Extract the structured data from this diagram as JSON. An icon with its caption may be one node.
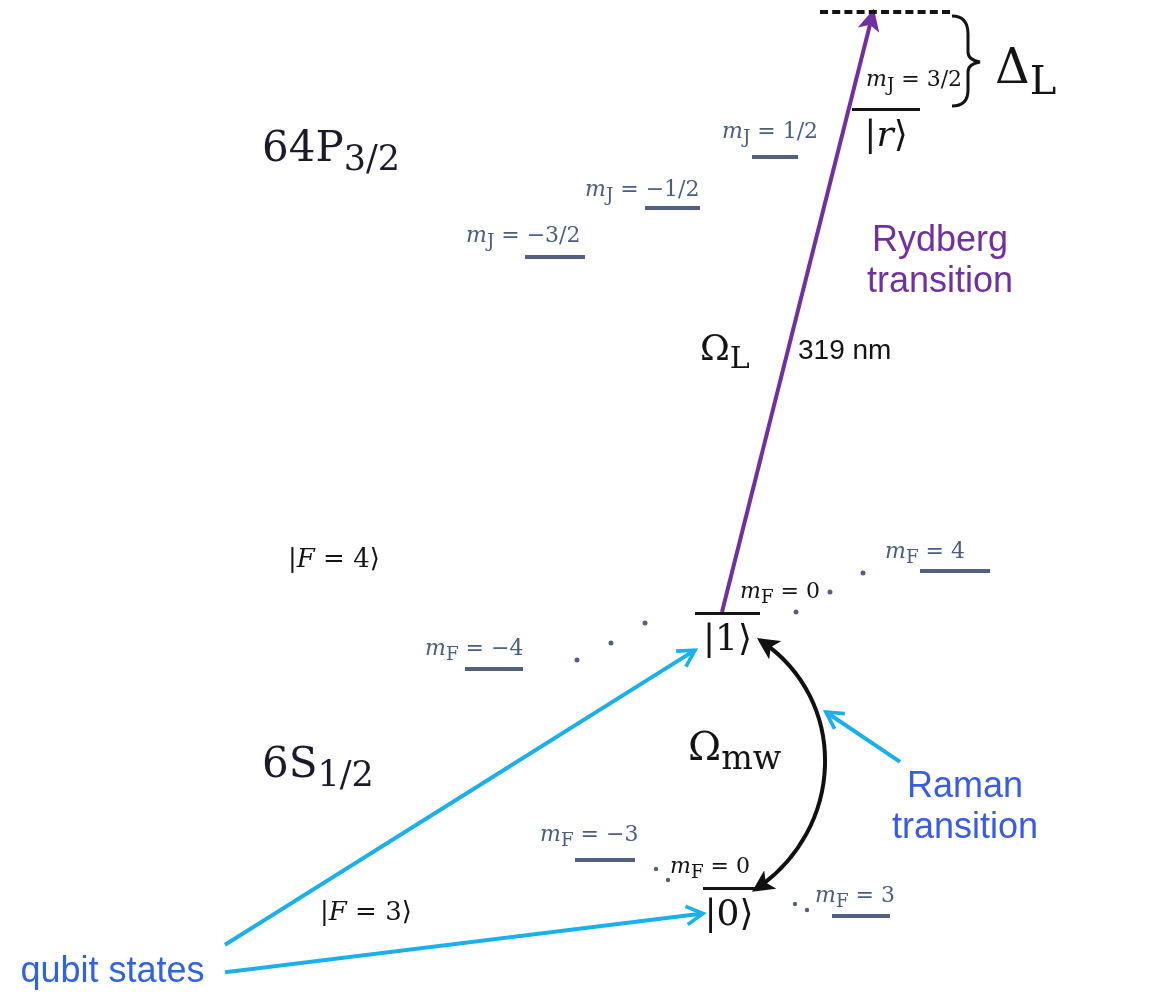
{
  "diagram": {
    "nodes": [
      {
        "text": [],
        "shape": "bar"
      },
      {
        "text": [
          "|*r*⟩"
        ],
        "beside": [
          "*m*$_{J}$ = 3/2"
        ]
      },
      {
        "text": [
          "|1⟩"
        ],
        "beside": [
          "*m*$_{F}$ = 0"
        ]
      },
      {
        "text": [
          "Raman transition"
        ]
      },
      {
        "text": [
          "|0⟩"
        ],
        "beside": [
          "*m*$_{F}$ = 0"
        ]
      },
      {
        "text": [
          "qubit states"
        ]
      }
    ],
    "edges": [
      {
        "from": 2,
        "to": 0,
        "arrow": "to",
        "label": "Ω$_{L}$",
        "color": "#7030a0"
      },
      {
        "from": 2,
        "to": 4,
        "arrow": "both",
        "label": "Ω$_{mw}$",
        "color": "#111111"
      },
      {
        "from": 3,
        "to": null,
        "arrow": "to"
      },
      {
        "from": 5,
        "to": 2,
        "arrow": "to"
      },
      {
        "from": 5,
        "to": 4,
        "arrow": "to"
      }
    ],
    "labels": [
      "Δ$_{L}$",
      "64P$_{3/2}$",
      "*m*$_{J}$ = 1/2",
      "*m*$_{J}$ = −1/2",
      "*m*$_{J}$ = −3/2",
      "Rydberg transition",
      "319 nm",
      "*m*$_{F}$ = 4",
      "|*F* = 4⟩",
      "*m*$_{F}$ = −4",
      "6S$_{1/2}$",
      "*m*$_{F}$ = −3",
      "*m*$_{F}$ = 3",
      "|*F* = 3⟩"
    ]
  }
}
